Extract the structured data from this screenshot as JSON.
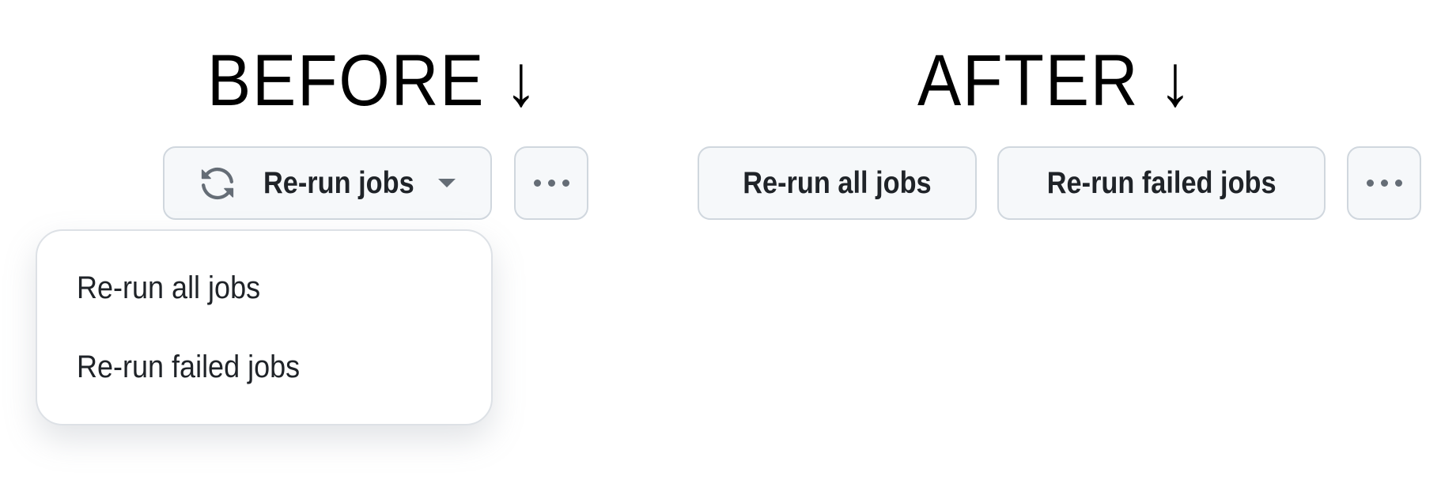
{
  "before": {
    "heading": "BEFORE ↓",
    "rerun_button": {
      "label": "Re-run jobs",
      "icon": "sync-icon",
      "caret": "triangle-down-icon"
    },
    "more_button": {
      "icon": "kebab-horizontal-icon"
    },
    "dropdown": {
      "items": [
        {
          "label": "Re-run all jobs"
        },
        {
          "label": "Re-run failed jobs"
        }
      ]
    }
  },
  "after": {
    "heading": "AFTER ↓",
    "rerun_all_button": {
      "label": "Re-run all jobs"
    },
    "rerun_failed_button": {
      "label": "Re-run failed jobs"
    },
    "more_button": {
      "icon": "kebab-horizontal-icon"
    }
  },
  "colors": {
    "button_bg": "#f6f8fa",
    "button_border": "#d0d7de",
    "text": "#1f2328",
    "icon": "#656d76"
  }
}
